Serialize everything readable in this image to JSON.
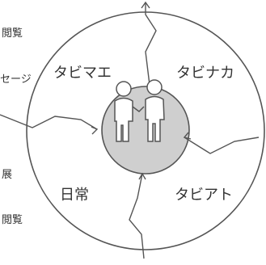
{
  "diagram": {
    "quadrants": {
      "top_left": "タビマエ",
      "top_right": "タビナカ",
      "bottom_right": "タビアト",
      "bottom_left": "日常"
    },
    "side_fragments": {
      "top": "閲覧",
      "upper": "セージ",
      "lower": "展",
      "bottom": "閲覧"
    },
    "colors": {
      "inner_circle": "#cfcfcf",
      "stroke": "#555555",
      "people_fill": "#ffffff"
    }
  }
}
